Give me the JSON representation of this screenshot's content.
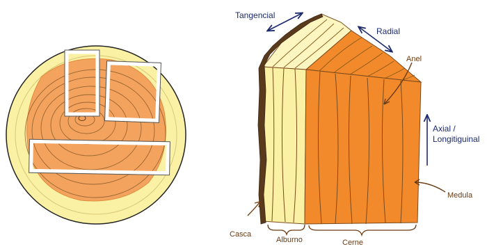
{
  "diagram": {
    "labels": {
      "tangencial": "Tangencial",
      "radial": "Radial",
      "anel": "Anel",
      "axial_line1": "Axial /",
      "axial_line2": "Longitiguinal",
      "medula": "Medula",
      "casca": "Casca",
      "alburno": "Alburno",
      "cerne": "Cerne"
    },
    "colors": {
      "sapwood": "#fbf1a4",
      "sapwood_light": "#fdf6c0",
      "heartwood": "#f28a2c",
      "heartwood_cross": "#f3a35d",
      "bark": "#5a3a1c",
      "ring_line": "#7a4a1c",
      "label_blue": "#1c2a6e",
      "label_brown": "#6b3b12"
    }
  }
}
